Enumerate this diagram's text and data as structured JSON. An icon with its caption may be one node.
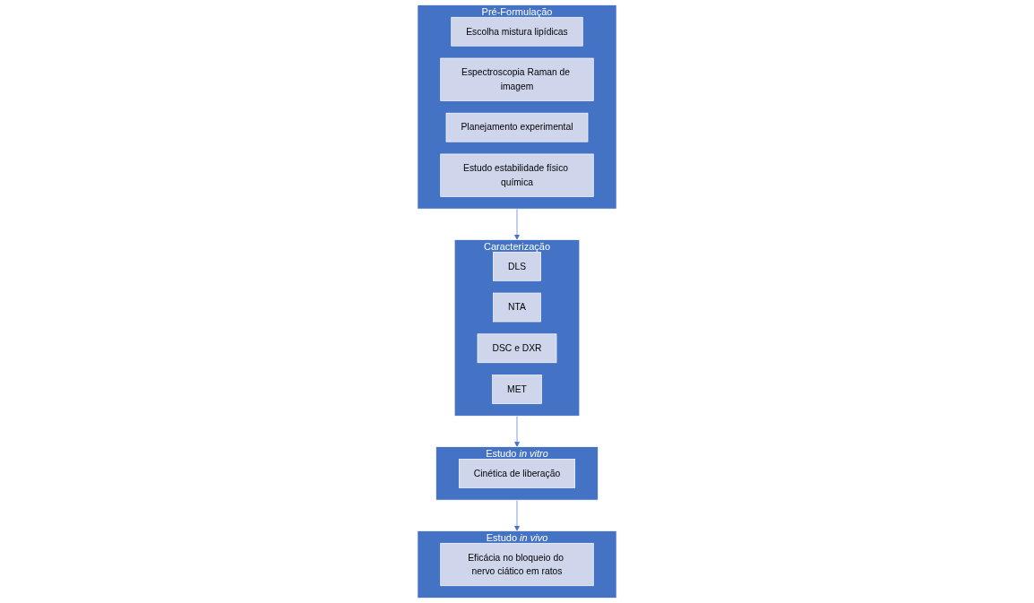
{
  "diagram": {
    "nodes": [
      {
        "text": [
          "Pré-Formulação"
        ]
      },
      {
        "text": [
          "Escolha mistura lipídicas"
        ],
        "in": 0
      },
      {
        "text": [
          "Espectroscopia Raman de imagem"
        ],
        "in": 0
      },
      {
        "text": [
          "Planejamento experimental"
        ],
        "in": 0
      },
      {
        "text": [
          "Estudo estabilidade físico química"
        ],
        "in": 0
      },
      {
        "text": [
          "Caracterização"
        ]
      },
      {
        "text": [
          "DLS"
        ],
        "in": 5
      },
      {
        "text": [
          "NTA"
        ],
        "in": 5
      },
      {
        "text": [
          "DSC e DXR"
        ],
        "in": 5
      },
      {
        "text": [
          "MET"
        ],
        "in": 5
      },
      {
        "text": [
          "Estudo *in vitro*"
        ]
      },
      {
        "text": [
          "Cinética de liberação"
        ],
        "in": 10
      },
      {
        "text": [
          "Estudo *in vivo*"
        ]
      },
      {
        "text": [
          "Eficácia no bloqueio do nervo ciático em ratos"
        ],
        "in": 12
      }
    ],
    "edges": [
      {
        "from": 0,
        "to": 5,
        "arrow": "to"
      },
      {
        "from": 5,
        "to": 10,
        "arrow": "to"
      },
      {
        "from": 10,
        "to": 12,
        "arrow": "to"
      }
    ]
  }
}
